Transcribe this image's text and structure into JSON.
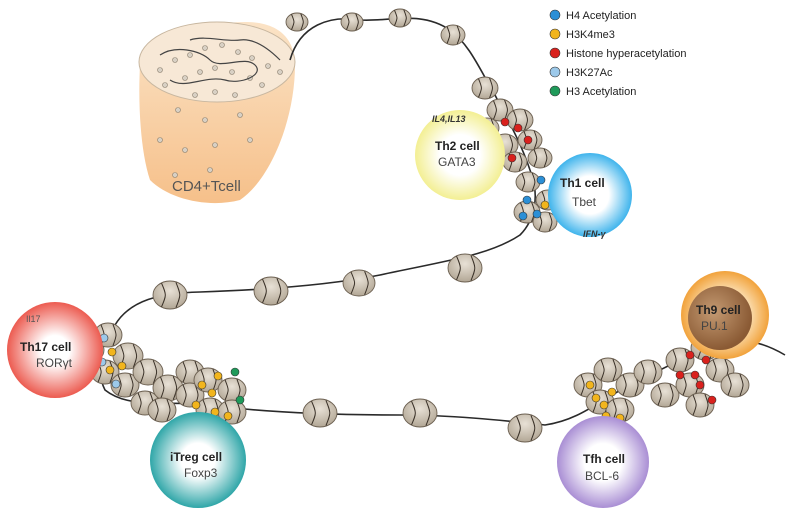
{
  "legend": [
    {
      "label": "H4 Acetylation",
      "color": "#2b8fd6"
    },
    {
      "label": "H3K4me3",
      "color": "#f2b51d"
    },
    {
      "label": "Histone hyperacetylation",
      "color": "#d9211d"
    },
    {
      "label": "H3K27Ac",
      "color": "#9cc9ea"
    },
    {
      "label": "H3 Acetylation",
      "color": "#1f9a5a"
    }
  ],
  "cd4_cell": {
    "label": "CD4+Tcell"
  },
  "cells": {
    "th2": {
      "title": "Th2 cell",
      "tf": "GATA3",
      "gene": "IL4,IL13"
    },
    "th1": {
      "title": "Th1 cell",
      "tf": "Tbet",
      "gene": "IFN-γ"
    },
    "th17": {
      "title": "Th17 cell",
      "tf": "RORγt",
      "gene": "Il17"
    },
    "itreg": {
      "title": "iTreg cell",
      "tf": "Foxp3"
    },
    "tfh": {
      "title": "Tfh cell",
      "tf": "BCL-6"
    },
    "th9": {
      "title": "Th9 cell",
      "tf": "PU.1"
    }
  }
}
